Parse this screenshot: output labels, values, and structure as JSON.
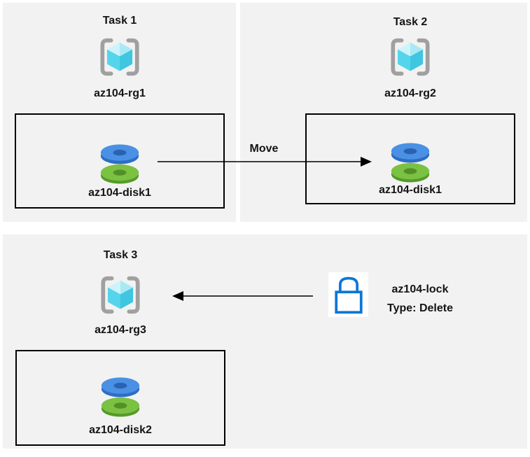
{
  "colors": {
    "panel_bg": "#f2f2f2",
    "arrow": "#000000",
    "bracket_gray": "#a0a0a0",
    "cube_top_left": "#cdf4fb",
    "cube_top_right": "#a9e9f4",
    "cube_face_left": "#55d5ec",
    "cube_face_right": "#3fc6e0",
    "disk_blue_top": "#4a90e4",
    "disk_blue_side": "#2d6ec4",
    "disk_blue_hole": "#2a62b2",
    "disk_green_top": "#7bc142",
    "disk_green_side": "#569a2b",
    "disk_green_hole": "#528f28",
    "lock_blue": "#0b76d6",
    "lock_bg": "#ffffff"
  },
  "tasks": [
    {
      "title": "Task 1",
      "resource_group": "az104-rg1",
      "disk": "az104-disk1"
    },
    {
      "title": "Task 2",
      "resource_group": "az104-rg2",
      "disk": "az104-disk1"
    },
    {
      "title": "Task 3",
      "resource_group": "az104-rg3",
      "disk": "az104-disk2"
    }
  ],
  "move_arrow": {
    "label": "Move"
  },
  "lock": {
    "name": "az104-lock",
    "type_label": "Type: Delete"
  }
}
